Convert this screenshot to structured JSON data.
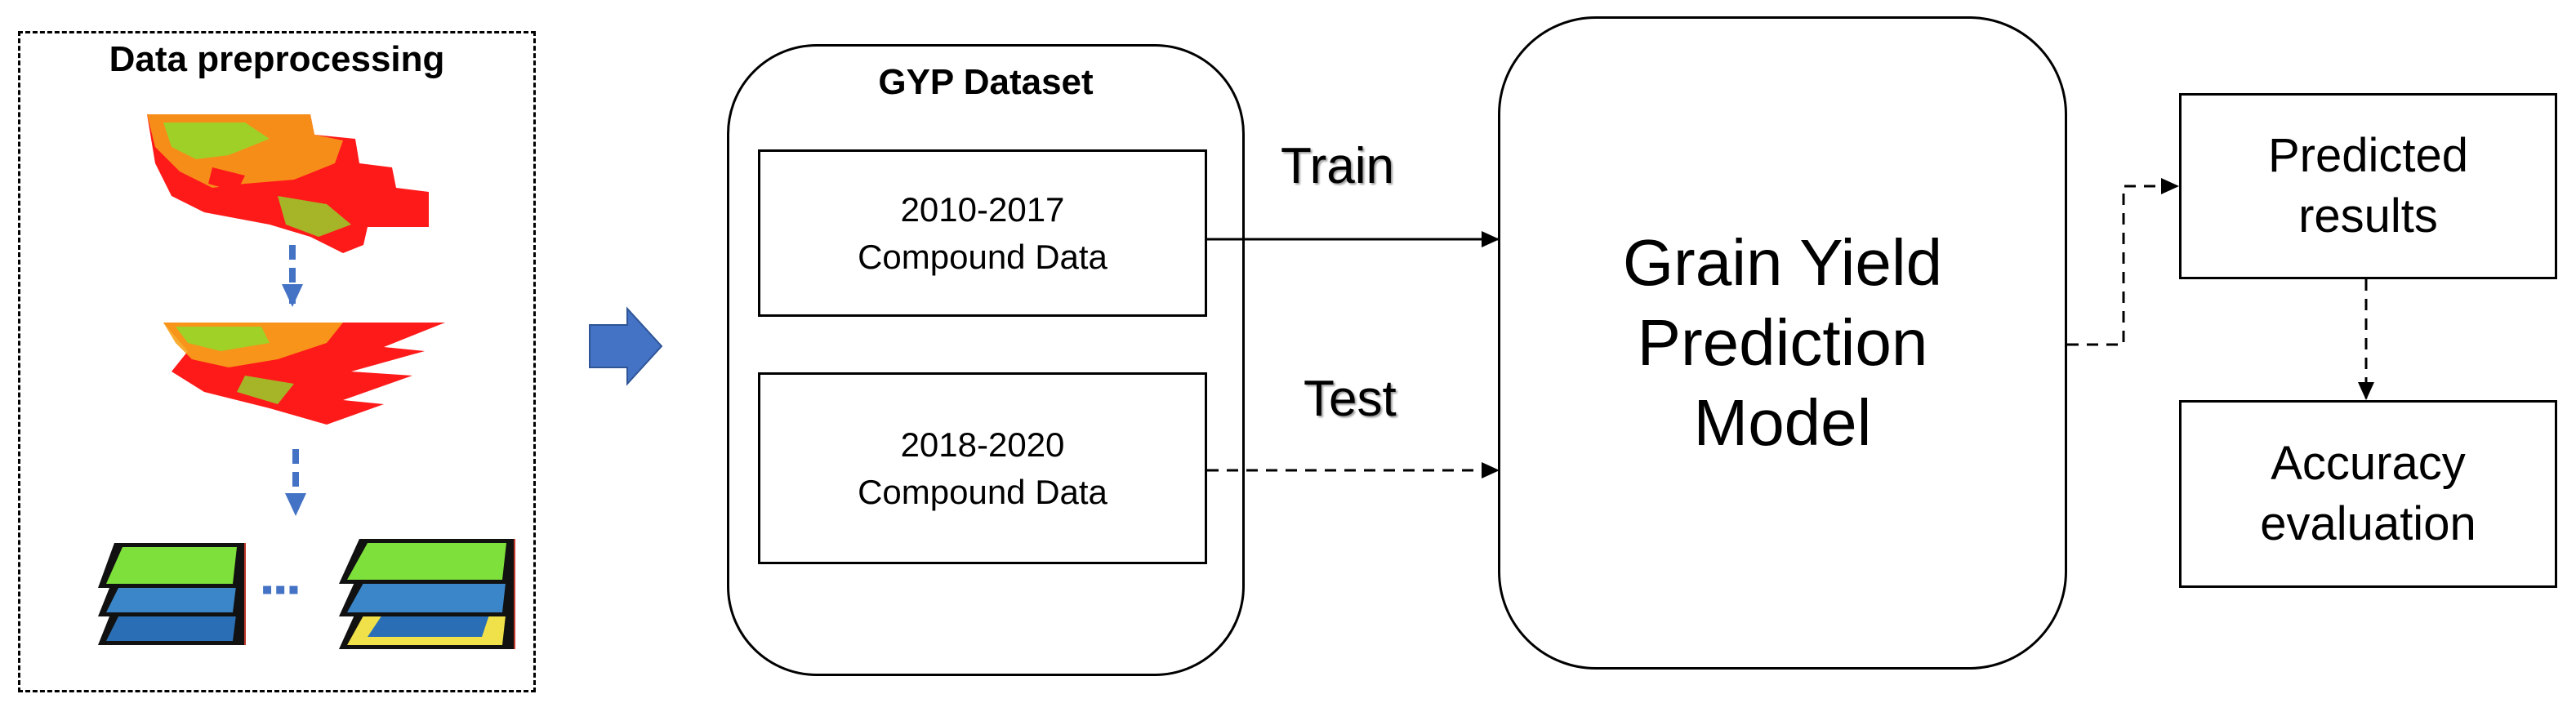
{
  "preprocessing": {
    "title": "Data preprocessing",
    "ellipsis": "▪▪▪"
  },
  "dataset": {
    "title": "GYP Dataset",
    "train_box": {
      "line1": "2010-2017",
      "line2": "Compound Data"
    },
    "test_box": {
      "line1": "2018-2020",
      "line2": "Compound Data"
    }
  },
  "labels": {
    "train": "Train",
    "test": "Test"
  },
  "model": {
    "line1": "Grain Yield",
    "line2": "Prediction",
    "line3": "Model"
  },
  "predicted": {
    "line1": "Predicted",
    "line2": "results"
  },
  "accuracy": {
    "line1": "Accuracy",
    "line2": "evaluation"
  },
  "colors": {
    "accent_blue": "#4472C4",
    "map_red": "#ff1a1a",
    "map_orange": "#f6a21a",
    "map_green": "#8fdc2a",
    "layer_blue": "#2a6fb5",
    "layer_green": "#7ee03a"
  },
  "icons": [
    "block-arrow-right-icon",
    "dashed-arrow-down-icon"
  ]
}
